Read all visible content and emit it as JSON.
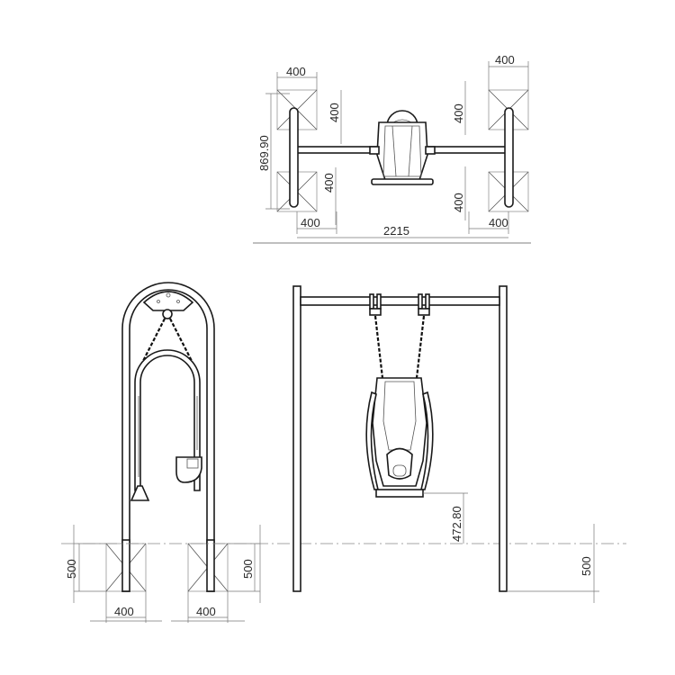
{
  "colors": {
    "line": "#1a1a1a",
    "dimension": "#777777",
    "text": "#2a2a2a"
  },
  "top_view": {
    "dims": {
      "foot_width_tl": "400",
      "foot_width_tr": "400",
      "foot_width_bl": "400",
      "foot_width_br": "400",
      "foot_depth_tl": "400",
      "foot_depth_tr": "400",
      "foot_depth_bl": "400",
      "foot_depth_br": "400",
      "overall_depth": "869.90",
      "overall_width": "2215"
    }
  },
  "side_view": {
    "dims": {
      "foot_depth_left": "500",
      "foot_depth_right": "500",
      "foot_width_left": "400",
      "foot_width_right": "400"
    }
  },
  "front_view": {
    "dims": {
      "seat_height": "472.80",
      "foot_depth": "500"
    }
  }
}
